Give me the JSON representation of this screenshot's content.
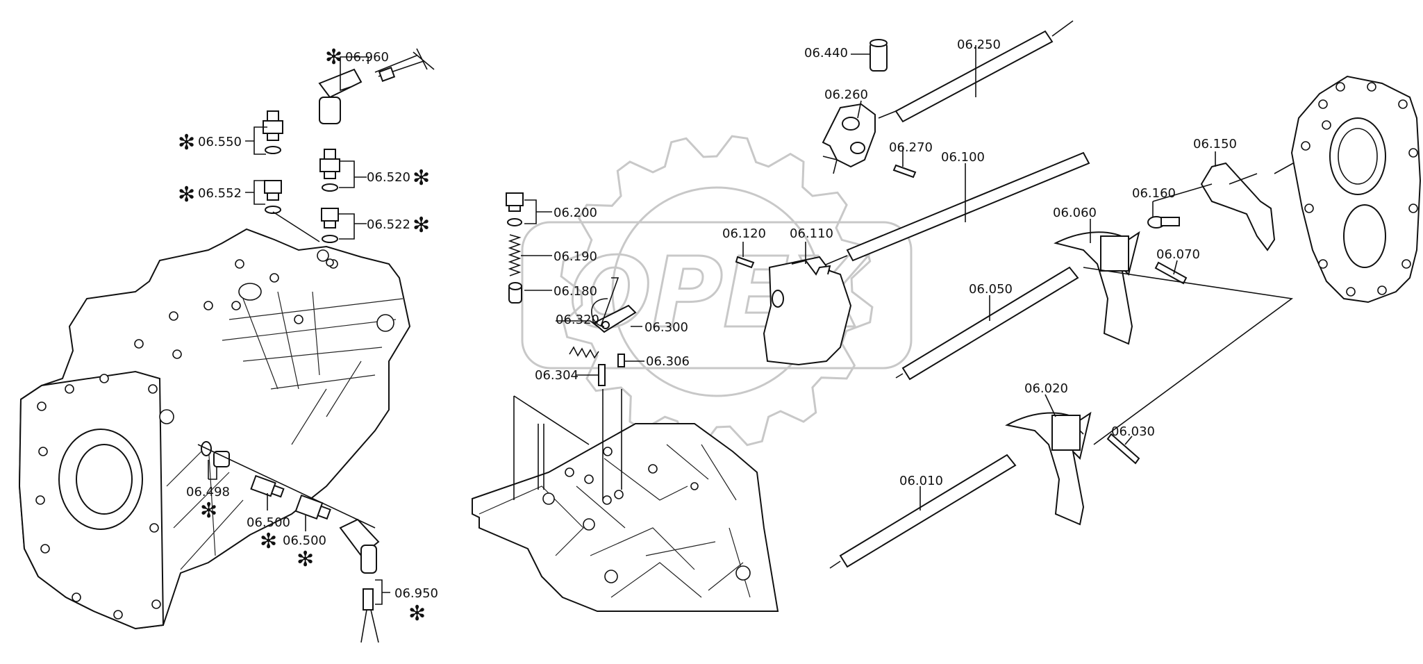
{
  "watermark": {
    "text": "OPEX",
    "color": "#c8c8c8"
  },
  "labels": {
    "p06960": "06.960",
    "p06550": "06.550",
    "p06552": "06.552",
    "p06520": "06.520",
    "p06522": "06.522",
    "p06498": "06.498",
    "p06500a": "06.500",
    "p06500b": "06.500",
    "p06950": "06.950",
    "p06200": "06.200",
    "p06190": "06.190",
    "p06180": "06.180",
    "p06320": "06.320",
    "p06300": "06.300",
    "p06304": "06.304",
    "p06306": "06.306",
    "p06440": "06.440",
    "p06260": "06.260",
    "p06250": "06.250",
    "p06270": "06.270",
    "p06100": "06.100",
    "p06120": "06.120",
    "p06110": "06.110",
    "p06150": "06.150",
    "p06160": "06.160",
    "p06060": "06.060",
    "p06070": "06.070",
    "p06050": "06.050",
    "p06020": "06.020",
    "p06030": "06.030",
    "p06010": "06.010"
  },
  "star_symbol": "✻"
}
